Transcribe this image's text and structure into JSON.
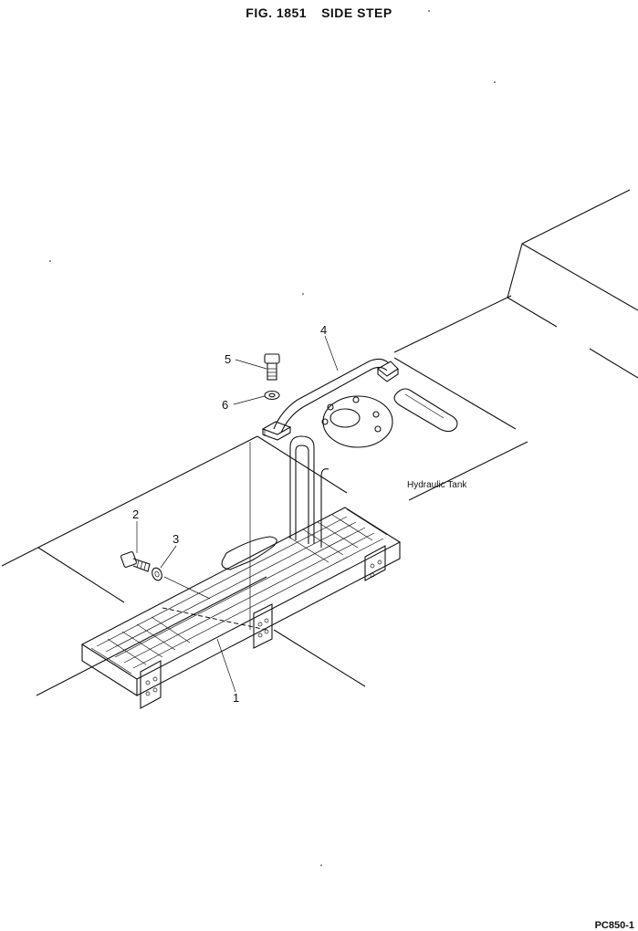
{
  "figure": {
    "number": "FIG. 1851",
    "title": "SIDE STEP"
  },
  "labels": {
    "hydraulic_tank": "Hydraulic Tank"
  },
  "callouts": [
    "1",
    "2",
    "3",
    "4",
    "5",
    "6"
  ],
  "reference_code": "PC850-1"
}
